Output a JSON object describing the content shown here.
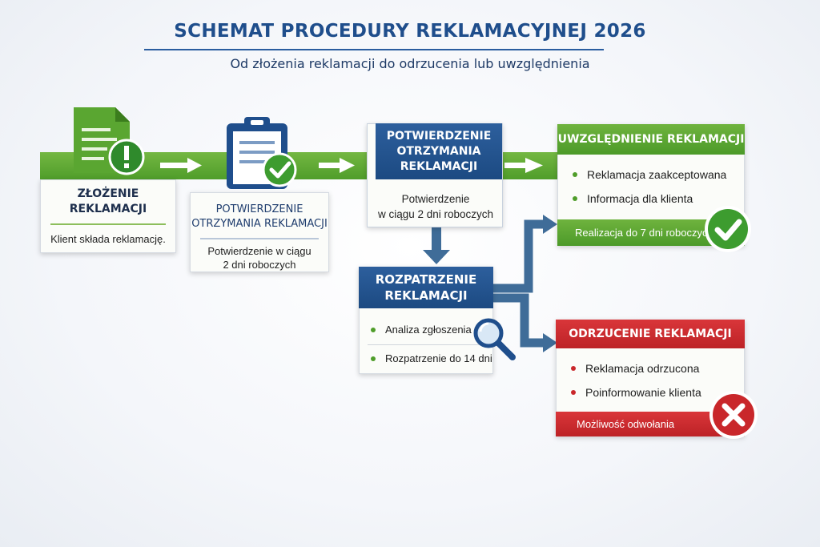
{
  "title": "SCHEMAT  PROCEDURY REKLAMACYJNEJ 2026",
  "subtitle": "Od złożenia reklamacji do odrzucenia lub uwzględnienia",
  "colors": {
    "green": "#4f9d2a",
    "blue": "#1f4e8c",
    "red": "#c9272b"
  },
  "steps": {
    "zlozenie": {
      "title_line1": "ZŁOŻENIE",
      "title_line2": "REKLAMACJI",
      "text": "Klient składa reklamację.",
      "icon": "document-warning-icon"
    },
    "potwierdzenie1": {
      "title_line1": "POTWIERDZENIE",
      "title_line2": "OTRZYMANIA REKLAMACJI",
      "text_line1": "Potwierdzenie w ciągu",
      "text_line2": "2 dni roboczych",
      "icon": "clipboard-check-icon"
    },
    "potwierdzenie2": {
      "title_line1": "POTWIERDZENIE",
      "title_line2": "OTRZYMANIA",
      "title_line3": "REKLAMACJI",
      "text_line1": "Potwierdzenie",
      "text_line2": "w ciągu 2 dni roboczych"
    },
    "rozpatrzenie": {
      "title_line1": "ROZPATRZENIE",
      "title_line2": "REKLAMACJI",
      "bullets": [
        "Analiza zgłoszenia",
        "Rozpatrzenie do 14 dni"
      ],
      "icon": "magnifier-icon"
    },
    "uwzglednienie": {
      "title": "UWZGLĘDNIENIE REKLAMACJI",
      "bullets": [
        "Reklamacja zaakceptowana",
        "Informacja dla klienta"
      ],
      "footer": "Realizacja do 7 dni roboczych",
      "icon": "check-circle-icon"
    },
    "odrzucenie": {
      "title": "ODRZUCENIE REKLAMACJI",
      "bullets": [
        "Reklamacja odrzucona",
        "Poinformowanie klienta"
      ],
      "footer": "Możliwość odwołania",
      "icon": "x-circle-icon"
    }
  }
}
